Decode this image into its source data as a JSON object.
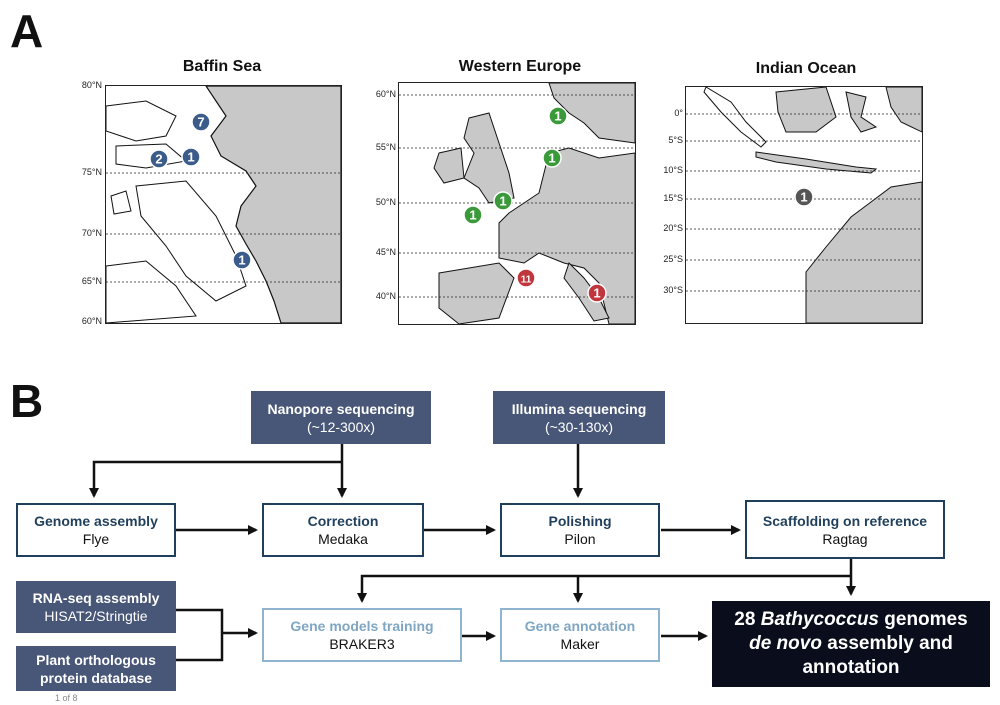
{
  "panel_a": {
    "letter": "A",
    "maps": [
      {
        "title": "Baffin Sea",
        "lat_labels": [
          "80°N",
          "75°N",
          "70°N",
          "65°N",
          "60°N"
        ],
        "markers": [
          {
            "label": "7",
            "color": "#3b5b8a"
          },
          {
            "label": "2",
            "color": "#3b5b8a"
          },
          {
            "label": "1",
            "color": "#3b5b8a"
          },
          {
            "label": "1",
            "color": "#3b5b8a"
          }
        ]
      },
      {
        "title": "Western Europe",
        "lat_labels": [
          "60°N",
          "55°N",
          "50°N",
          "45°N",
          "40°N"
        ],
        "markers": [
          {
            "label": "1",
            "color": "#3a9a3a"
          },
          {
            "label": "1",
            "color": "#3a9a3a"
          },
          {
            "label": "1",
            "color": "#3a9a3a"
          },
          {
            "label": "1",
            "color": "#3a9a3a"
          },
          {
            "label": "11",
            "color": "#c0363c"
          },
          {
            "label": "1",
            "color": "#c0363c"
          }
        ]
      },
      {
        "title": "Indian Ocean",
        "lat_labels": [
          "0°",
          "5°S",
          "10°S",
          "15°S",
          "20°S",
          "25°S",
          "30°S"
        ],
        "markers": [
          {
            "label": "1",
            "color": "#555555"
          }
        ]
      }
    ]
  },
  "panel_b": {
    "letter": "B",
    "nanopore": {
      "title": "Nanopore sequencing",
      "sub": "(~12-300x)"
    },
    "illumina": {
      "title": "Illumina sequencing",
      "sub": "(~30-130x)"
    },
    "genome_assembly": {
      "title": "Genome assembly",
      "sub": "Flye"
    },
    "correction": {
      "title": "Correction",
      "sub": "Medaka"
    },
    "polishing": {
      "title": "Polishing",
      "sub": "Pilon"
    },
    "scaffolding": {
      "title": "Scaffolding on reference",
      "sub": "Ragtag"
    },
    "rnaseq": {
      "title": "RNA-seq assembly",
      "sub": "HISAT2/Stringtie"
    },
    "orthologous": {
      "title": "Plant orthologous",
      "sub": "protein database"
    },
    "gene_models": {
      "title": "Gene models training",
      "sub": "BRAKER3"
    },
    "gene_annotation": {
      "title": "Gene annotation",
      "sub": "Maker"
    },
    "final": {
      "line1_a": "28 ",
      "line1_b": "Bathycoccus",
      "line1_c": " genomes",
      "line2_a": "de novo",
      "line2_b": " assembly and",
      "line3": "annotation"
    }
  },
  "footer": {
    "page_indicator": "1 of 8"
  },
  "colors": {
    "land": "#c8c8c8",
    "coast": "#111111",
    "dark_box": "#485677",
    "navy_border": "#1f3f5c",
    "light_border": "#8fb4cf",
    "final_box": "#0a0e1c"
  }
}
